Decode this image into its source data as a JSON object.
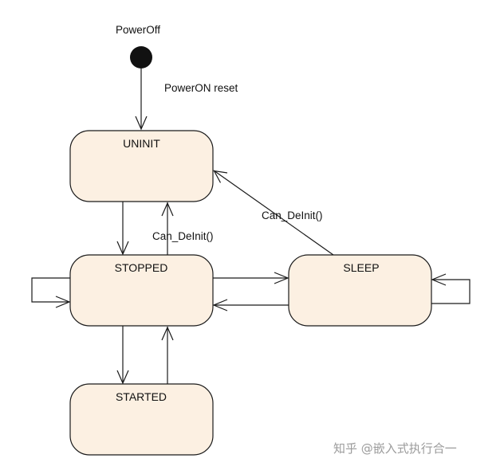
{
  "diagram": {
    "initial": {
      "label": "PowerOff"
    },
    "states": {
      "uninit": "UNINIT",
      "stopped": "STOPPED",
      "sleep": "SLEEP",
      "started": "STARTED"
    },
    "transitions": {
      "power_on_reset": "PowerON reset",
      "deinit_from_stopped": "Can_DeInit()",
      "deinit_from_sleep": "Can_DeInit()"
    }
  },
  "watermark": "知乎 @嵌入式执行合一",
  "colors": {
    "state_fill": "#fcf0e2",
    "stroke": "#1a1a1a",
    "watermark": "#9b9b9b"
  }
}
